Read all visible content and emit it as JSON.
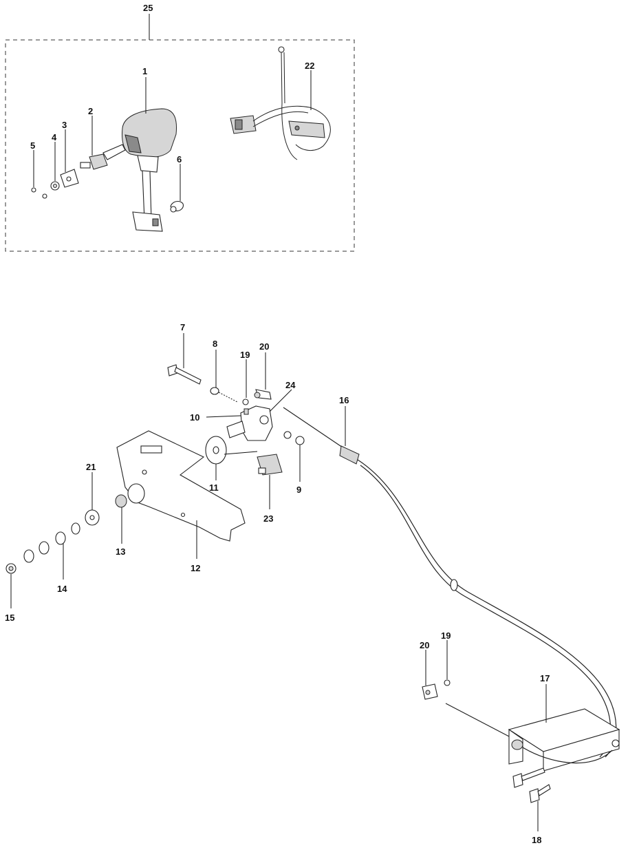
{
  "callouts": {
    "c1": "1",
    "c2": "2",
    "c3": "3",
    "c4": "4",
    "c5": "5",
    "c6": "6",
    "c7": "7",
    "c8": "8",
    "c9": "9",
    "c10": "10",
    "c11": "11",
    "c12": "12",
    "c13": "13",
    "c14": "14",
    "c15": "15",
    "c16": "16",
    "c17": "17",
    "c18": "18",
    "c19a": "19",
    "c19b": "19",
    "c20a": "20",
    "c20b": "20",
    "c21": "21",
    "c22": "22",
    "c23": "23",
    "c24": "24",
    "c25": "25"
  }
}
